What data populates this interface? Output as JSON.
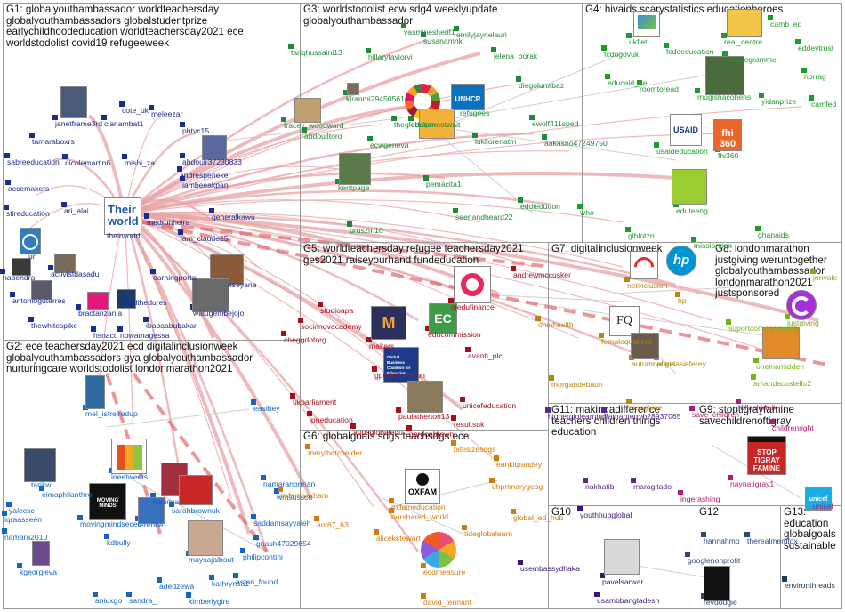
{
  "palette": {
    "g1": "#1a2c8c",
    "g2": "#1565c0",
    "g3": "#1f8a3a",
    "g4": "#1c9c2a",
    "g5": "#a3111b",
    "g6": "#d27a0c",
    "g7": "#b8860b",
    "g8": "#7aae1b",
    "g9": "#b01c6e",
    "g10": "#3b1672",
    "g11": "#5a2a8a",
    "g12": "#2a4a7a",
    "g13": "#1a3a5a",
    "edge": "#e8a3a6"
  },
  "groups": [
    {
      "id": "G1",
      "title": "G1: globalyouthambassador worldteachersday\nglobalyouthambassadors globalstudentprize\nearlychildhoodeducation worldteachersday2021 ece\nworldstodolist covid19 refugeeweek"
    },
    {
      "id": "G2",
      "title": "G2: ece teachersday2021 ecd digitalinclusionweek\nglobalyouthambassadors gya globalyouthambassador\nnurturingcare worldstodolist londonmarathon2021"
    },
    {
      "id": "G3",
      "title": "G3: worldstodolist ecw sdg4 weeklyupdate\nglobalyouthambassador"
    },
    {
      "id": "G4",
      "title": "G4: hivaids scarystatistics educationheroes"
    },
    {
      "id": "G5",
      "title": "G5: worldteachersday refugee teachersday2021\nges2021 raiseyourhand fundeducation"
    },
    {
      "id": "G6",
      "title": "G6: globalgoals sdgs teachsdgs ece"
    },
    {
      "id": "G7",
      "title": "G7: digitalinclusionweek"
    },
    {
      "id": "G8",
      "title": "G8: londonmarathon\njustgiving weruntogether\nglobalyouthambassador\nlondonmarathon2021\njustsponsored"
    },
    {
      "id": "G9",
      "title": "G9: stoptigrayfamine\nsavechildrenoftigray"
    },
    {
      "id": "G10",
      "title": "G10"
    },
    {
      "id": "G11",
      "title": "G11: makingadifference\nteachers children things\neducation"
    },
    {
      "id": "G12",
      "title": "G12"
    },
    {
      "id": "G13",
      "title": "G13:\neducation globalgoals\nsustainable"
    }
  ],
  "nodes": [
    {
      "id": "janetframe3rd",
      "g": "g1"
    },
    {
      "id": "cianambat1",
      "g": "g1"
    },
    {
      "id": "cote_uk",
      "g": "g1"
    },
    {
      "id": "meleezar",
      "g": "g1"
    },
    {
      "id": "tamaraboxrs",
      "g": "g1"
    },
    {
      "id": "phtvc15",
      "g": "g1"
    },
    {
      "id": "sabreeducation",
      "g": "g1"
    },
    {
      "id": "nicolemartin6",
      "g": "g1"
    },
    {
      "id": "mishi_za",
      "g": "g1"
    },
    {
      "id": "abdoulr37230833",
      "g": "g1"
    },
    {
      "id": "accemakers",
      "g": "g1"
    },
    {
      "id": "andrespeneke",
      "g": "g1"
    },
    {
      "id": "iambeeakpan",
      "g": "g1"
    },
    {
      "id": "stireducation",
      "g": "g1"
    },
    {
      "id": "ari_alai",
      "g": "g1"
    },
    {
      "id": "medronheira",
      "g": "g1"
    },
    {
      "id": "theirworld",
      "g": "g1"
    },
    {
      "id": "generalkawu",
      "g": "g1"
    },
    {
      "id": "iam_claude25",
      "g": "g1"
    },
    {
      "id": "un",
      "g": "g1"
    },
    {
      "id": "nabendra",
      "g": "g1"
    },
    {
      "id": "activistdasadu",
      "g": "g1"
    },
    {
      "id": "earningportal",
      "g": "g1"
    },
    {
      "id": "eseyane",
      "g": "g1"
    },
    {
      "id": "antonioguterres",
      "g": "g1"
    },
    {
      "id": "healthedures",
      "g": "g1"
    },
    {
      "id": "bractanzania",
      "g": "g1"
    },
    {
      "id": "walugembejojo",
      "g": "g1"
    },
    {
      "id": "thewhitespike",
      "g": "g1"
    },
    {
      "id": "ibabaabubakar",
      "g": "g1"
    },
    {
      "id": "hsnact",
      "g": "g1"
    },
    {
      "id": "nowamagessa",
      "g": "g1"
    },
    {
      "id": "mel_isfreiredup",
      "g": "g2"
    },
    {
      "id": "easibey",
      "g": "g2"
    },
    {
      "id": "ineetweets",
      "g": "g2"
    },
    {
      "id": "tarikw",
      "g": "g2"
    },
    {
      "id": "eimaphilanthro",
      "g": "g2"
    },
    {
      "id": "justinva",
      "g": "g2"
    },
    {
      "id": "sarahbrownuk",
      "g": "g2"
    },
    {
      "id": "yalecsc",
      "g": "g2"
    },
    {
      "id": "iqraasseen",
      "g": "g2"
    },
    {
      "id": "movingmindseced",
      "g": "g2"
    },
    {
      "id": "lerenbe",
      "g": "g2"
    },
    {
      "id": "namara2010",
      "g": "g2"
    },
    {
      "id": "kdbully",
      "g": "g2"
    },
    {
      "id": "kgeorgieva",
      "g": "g2"
    },
    {
      "id": "maysajalbout",
      "g": "g2"
    },
    {
      "id": "aniuxgo",
      "g": "g2"
    },
    {
      "id": "sandra_",
      "g": "g2"
    },
    {
      "id": "adedzewa",
      "g": "g2"
    },
    {
      "id": "kimberlygire",
      "g": "g2"
    },
    {
      "id": "kathrynsa1",
      "g": "g2"
    },
    {
      "id": "asfari_found",
      "g": "g2"
    },
    {
      "id": "philipcontini",
      "g": "g2"
    },
    {
      "id": "gnash47029654",
      "g": "g2"
    },
    {
      "id": "saddamsayyaleh",
      "g": "g2"
    },
    {
      "id": "namaranorman",
      "g": "g2"
    },
    {
      "id": "wmsussch",
      "g": "g2"
    },
    {
      "id": "yasminesherif1",
      "g": "g3"
    },
    {
      "id": "tariqhussaini13",
      "g": "g3"
    },
    {
      "id": "susanamnk",
      "g": "g3"
    },
    {
      "id": "emilyjaynelauri",
      "g": "g3"
    },
    {
      "id": "hillarytaylorvi",
      "g": "g3"
    },
    {
      "id": "jelena_borak",
      "g": "g3"
    },
    {
      "id": "kiranmi29450561",
      "g": "g3"
    },
    {
      "id": "diegolunabaz",
      "g": "g3"
    },
    {
      "id": "tracey_woodward",
      "g": "g3"
    },
    {
      "id": "theglobalpm",
      "g": "g3"
    },
    {
      "id": "refugees",
      "g": "g3"
    },
    {
      "id": "educannotwait",
      "g": "g3"
    },
    {
      "id": "ewolf411sped",
      "g": "g3"
    },
    {
      "id": "abdoulltoro",
      "g": "g3"
    },
    {
      "id": "ecwgeneva",
      "g": "g3"
    },
    {
      "id": "lukllorenatm",
      "g": "g3"
    },
    {
      "id": "kentpage",
      "g": "g3"
    },
    {
      "id": "pemacita1",
      "g": "g3"
    },
    {
      "id": "eddiedutton",
      "g": "g3"
    },
    {
      "id": "seenandheard22",
      "g": "g3"
    },
    {
      "id": "pruszm10",
      "g": "g3"
    },
    {
      "id": "aakasho47249750",
      "g": "g3"
    },
    {
      "id": "ukfiet",
      "g": "g4"
    },
    {
      "id": "camb_ed",
      "g": "g4"
    },
    {
      "id": "fcdogovuk",
      "g": "g4"
    },
    {
      "id": "fcdoeducation",
      "g": "g4"
    },
    {
      "id": "real_centre",
      "g": "g4"
    },
    {
      "id": "eddevtrust",
      "g": "g4"
    },
    {
      "id": "riseprogramme",
      "g": "g4"
    },
    {
      "id": "norrag",
      "g": "g4"
    },
    {
      "id": "educaid_be",
      "g": "g4"
    },
    {
      "id": "roomtoread",
      "g": "g4"
    },
    {
      "id": "mugishacohens",
      "g": "g4"
    },
    {
      "id": "yidanprize",
      "g": "g4"
    },
    {
      "id": "camfed",
      "g": "g4"
    },
    {
      "id": "usaideducation",
      "g": "g4"
    },
    {
      "id": "fhi360",
      "g": "g4"
    },
    {
      "id": "eduteeng",
      "g": "g4"
    },
    {
      "id": "who",
      "g": "g4"
    },
    {
      "id": "glblotzn",
      "g": "g4"
    },
    {
      "id": "missionpsn",
      "g": "g4"
    },
    {
      "id": "ghanaids",
      "g": "g4"
    },
    {
      "id": "oiedufinance",
      "g": "g5"
    },
    {
      "id": "andrewmccusker",
      "g": "g5"
    },
    {
      "id": "studioapa",
      "g": "g5"
    },
    {
      "id": "socinnovacademy",
      "g": "g5"
    },
    {
      "id": "makers",
      "g": "g5"
    },
    {
      "id": "educommission",
      "g": "g5"
    },
    {
      "id": "avanti_plc",
      "g": "g5"
    },
    {
      "id": "cheggdotorg",
      "g": "g5"
    },
    {
      "id": "gpforeducation",
      "g": "g5"
    },
    {
      "id": "ukparliament",
      "g": "g5"
    },
    {
      "id": "unicefeducation",
      "g": "g5"
    },
    {
      "id": "ipneducation",
      "g": "g5"
    },
    {
      "id": "paulatherton13",
      "g": "g5"
    },
    {
      "id": "resultsuk",
      "g": "g5"
    },
    {
      "id": "appsglobaledu",
      "g": "g5"
    },
    {
      "id": "gordonbrown",
      "g": "g5"
    },
    {
      "id": "merylbatchelder",
      "g": "g6"
    },
    {
      "id": "bitesizesdgs",
      "g": "g6"
    },
    {
      "id": "eankitpandey",
      "g": "g6"
    },
    {
      "id": "oxfamhexham",
      "g": "g6"
    },
    {
      "id": "oxfameducation",
      "g": "g6"
    },
    {
      "id": "uhprimarygeog",
      "g": "g6"
    },
    {
      "id": "ourshared_world",
      "g": "g6"
    },
    {
      "id": "global_ed_hub",
      "g": "g6"
    },
    {
      "id": "ant67_63",
      "g": "g6"
    },
    {
      "id": "alicekstewart",
      "g": "g6"
    },
    {
      "id": "tideglobalearn",
      "g": "g6"
    },
    {
      "id": "ecdmeasure",
      "g": "g6"
    },
    {
      "id": "david_tennant",
      "g": "g6"
    },
    {
      "id": "netinclusion",
      "g": "g7"
    },
    {
      "id": "hp",
      "g": "g7"
    },
    {
      "id": "ohiohealth",
      "g": "g7"
    },
    {
      "id": "femalequotient",
      "g": "g7"
    },
    {
      "id": "autumnplans",
      "g": "g7"
    },
    {
      "id": "angelasieferey",
      "g": "g7"
    },
    {
      "id": "morgandebaun",
      "g": "g7"
    },
    {
      "id": "maryjhine",
      "g": "g7"
    },
    {
      "id": "justgiving",
      "g": "g8"
    },
    {
      "id": "oneinamidden",
      "g": "g8"
    },
    {
      "id": "amandacostello2",
      "g": "g8"
    },
    {
      "id": "jnnvale",
      "g": "g8"
    },
    {
      "id": "suportcorncanmomb",
      "g": "g8"
    },
    {
      "id": "naynatigray1",
      "g": "g9"
    },
    {
      "id": "childrenright",
      "g": "g9"
    },
    {
      "id": "ingerashing",
      "g": "g9"
    },
    {
      "id": "unicef",
      "g": "g9"
    },
    {
      "id": "save_children",
      "g": "g9"
    },
    {
      "id": "tdflashirtalk",
      "g": "g9"
    },
    {
      "id": "youthhubglobal",
      "g": "g10"
    },
    {
      "id": "usembassydhaka",
      "g": "g10"
    },
    {
      "id": "pavelsarwar",
      "g": "g10"
    },
    {
      "id": "usambbangladesh",
      "g": "g10"
    },
    {
      "id": "higherglolearning",
      "g": "g11"
    },
    {
      "id": "hamanterryb28937065",
      "g": "g11"
    },
    {
      "id": "nakhatib",
      "g": "g11"
    },
    {
      "id": "maragitado",
      "g": "g11"
    },
    {
      "id": "hannahmo",
      "g": "g12"
    },
    {
      "id": "therealmemfox",
      "g": "g12"
    },
    {
      "id": "googlenonprofit",
      "g": "g12"
    },
    {
      "id": "revdougie",
      "g": "g12"
    },
    {
      "id": "environthreads",
      "g": "g13"
    }
  ],
  "logos": {
    "theirworld": "Their world",
    "usaid": "USAID",
    "fhi360": "fhi 360",
    "oxfam": "OXFAM",
    "unhcr": "UNHCR",
    "hp": "hp",
    "fq": "FQ",
    "stoptigray": "STOP TIGRAY FAMINE",
    "unicef": "unicef",
    "movingminds": "MOVING MINDS",
    "makers": "M",
    "gpe": "Global Business Coalition for Education",
    "ec": "EC"
  }
}
